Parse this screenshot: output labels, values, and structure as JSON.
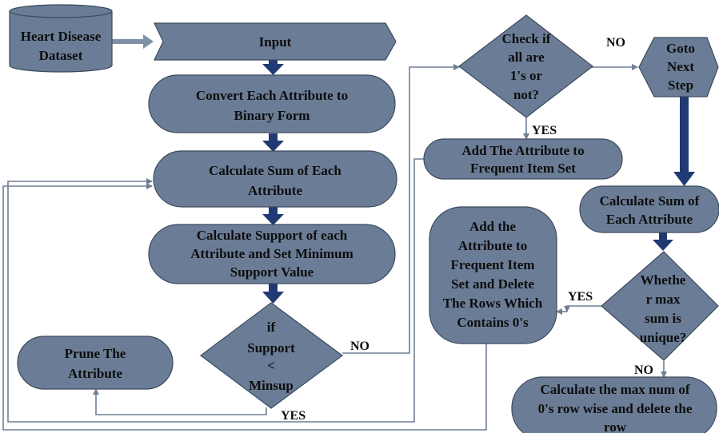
{
  "nodes": {
    "dataset": [
      "Heart Disease",
      "Dataset"
    ],
    "input": [
      "Input"
    ],
    "convert": [
      "Convert Each Attribute to",
      "Binary Form"
    ],
    "sum1": [
      "Calculate Sum of Each",
      "Attribute"
    ],
    "support": [
      "Calculate Support of each",
      "Attribute and Set Minimum",
      "Support Value"
    ],
    "decision_support": [
      "if",
      "Support",
      "<",
      "Minsup"
    ],
    "prune": [
      "Prune The",
      "Attribute"
    ],
    "check_ones": [
      "Check if",
      "all are",
      "1's or",
      "not?"
    ],
    "goto_next": [
      "Goto",
      "Next",
      "Step"
    ],
    "add_frequent": [
      "Add The Attribute to",
      "Frequent Item Set"
    ],
    "sum2": [
      "Calculate Sum of",
      "Each Attribute"
    ],
    "add_delete": [
      "Add the",
      "Attribute to",
      "Frequent Item",
      "Set and Delete",
      "The Rows Which",
      "Contains 0's"
    ],
    "decision_unique": [
      "Whethe",
      "r max",
      "sum is",
      "unique?"
    ],
    "calc_max": [
      "Calculate the max num of",
      "0's row wise and delete the",
      "row"
    ]
  },
  "edge_labels": {
    "support_no": "NO",
    "support_yes": "YES",
    "check_yes": "YES",
    "check_no": "NO",
    "unique_yes": "YES",
    "unique_no": "NO"
  },
  "colors": {
    "shape_fill": "#6b7d96",
    "shape_stroke": "#3c4a5e",
    "arrow_dark": "#213a74",
    "line": "#6f7f95"
  }
}
